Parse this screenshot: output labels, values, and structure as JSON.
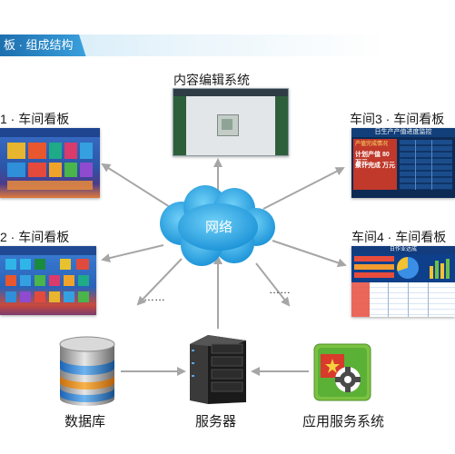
{
  "header": {
    "title": "板 · 组成结构"
  },
  "nodes": {
    "cms": {
      "label": "内容编辑系统"
    },
    "workshop1": {
      "label": "1 · 车间看板"
    },
    "workshop2": {
      "label": "2 · 车间看板"
    },
    "workshop3": {
      "label": "车间3 · 车间看板",
      "screen_title": "日生产产值进度监控",
      "lines": [
        "产值完成情况",
        "计划产值 80 万元",
        "累计完成   万元"
      ]
    },
    "workshop4": {
      "label": "车间4 · 车间看板",
      "screen_title": "日作业达成"
    },
    "network": {
      "label": "网络"
    },
    "database": {
      "label": "数据库"
    },
    "server": {
      "label": "服务器"
    },
    "app_service": {
      "label": "应用服务系统"
    },
    "ellipsis_left": "……",
    "ellipsis_right": "……"
  },
  "colors": {
    "header_tab": "#2b86c9",
    "cloud": "#2ea7e3",
    "arrow": "#a6a6a6",
    "app_icon": "#5bb036",
    "screen_blue": "#1565b8",
    "screen_dark": "#0d2a55"
  },
  "icons": [
    "database-icon",
    "server-icon",
    "app-service-icon",
    "cloud-icon"
  ]
}
